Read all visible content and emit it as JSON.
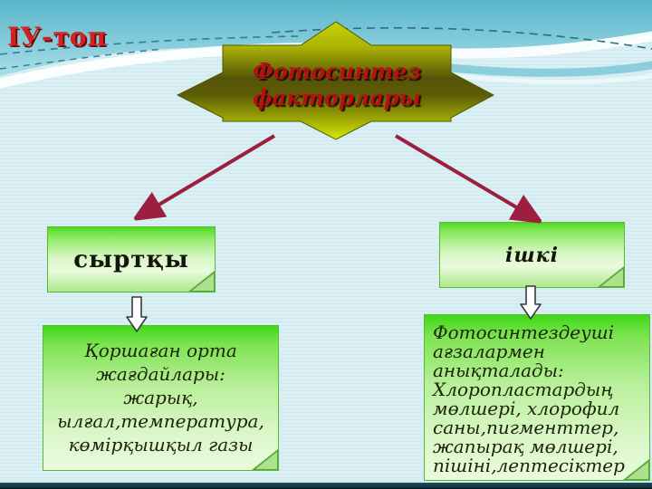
{
  "slide": {
    "group_label": "ІУ-топ",
    "star": {
      "title_lines": [
        "Фотосинтез",
        "факторлары"
      ]
    },
    "branches": {
      "left": {
        "title": "сыртқы",
        "detail_lines": [
          "Қоршаған орта",
          "жағдайлары:",
          "жарық,",
          "ылғал,температура,",
          "көмірқышқыл  газы"
        ]
      },
      "right": {
        "title": "ішкі",
        "detail_lines": [
          "Фотосинтездеуші",
          "ағзалармен",
          "анықталады:",
          "Хлоропластардың",
          "мөлшері, хлорофил",
          "саны,пигменттер,",
          "жапырақ мөлшері,",
          "пішіні,лептесіктер"
        ]
      }
    },
    "colors": {
      "title_red": "#d42121",
      "star_yellow": "#c6d30a",
      "star_dark_olive": "#565408",
      "star_text_red": "#b51111",
      "box_green_top": "#4fda23",
      "box_green_pale": "#e9fbdd",
      "arrow_maroon": "#9c1f3f",
      "background_blue": "#d8eef2",
      "top_band_teal": "#74c4d4",
      "bottom_bar_navy": "#123540"
    }
  }
}
